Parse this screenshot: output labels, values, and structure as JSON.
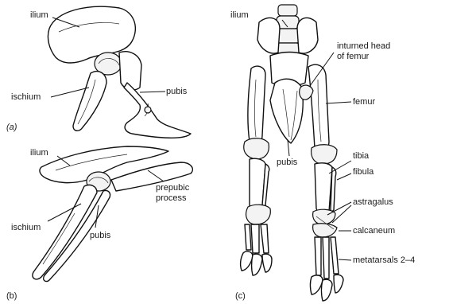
{
  "panels": {
    "a": {
      "tag": "(a)",
      "labels": {
        "ilium": "ilium",
        "pubis": "pubis",
        "ischium": "ischium"
      }
    },
    "b": {
      "tag": "(b)",
      "labels": {
        "ilium": "ilium",
        "prepubic_1": "prepubic",
        "prepubic_2": "process",
        "ischium": "ischium",
        "pubis": "pubis"
      }
    },
    "c": {
      "tag": "(c)",
      "labels": {
        "ilium": "ilium",
        "head_1": "inturned head",
        "head_2": "of femur",
        "femur": "femur",
        "pubis": "pubis",
        "tibia": "tibia",
        "fibula": "fibula",
        "astragalus": "astragalus",
        "calcaneum": "calcaneum",
        "metatarsals": "metatarsals 2–4"
      }
    }
  }
}
